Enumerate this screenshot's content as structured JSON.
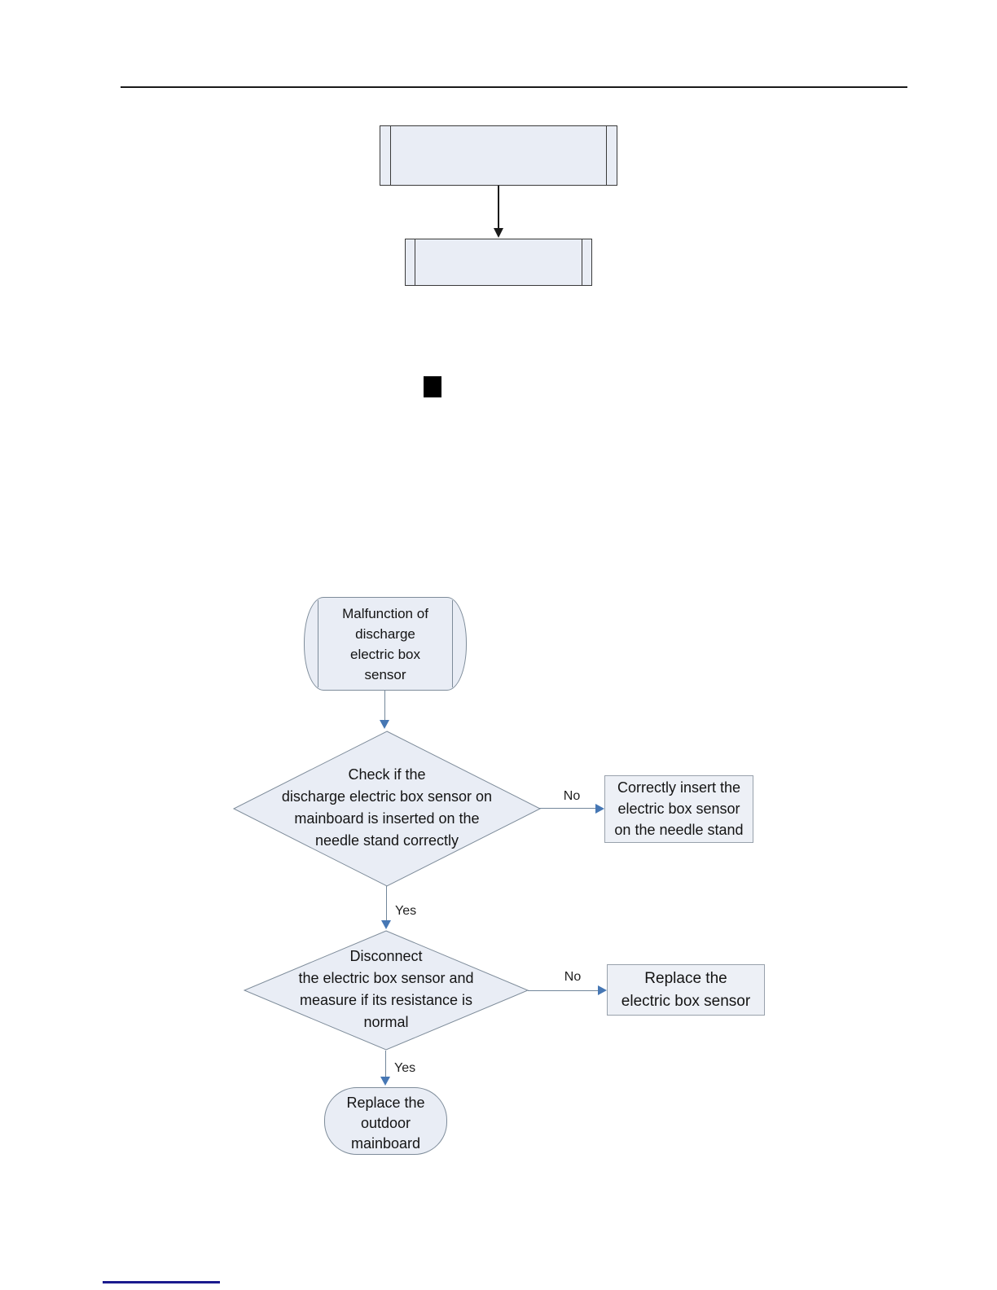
{
  "colors": {
    "shape-fill": "#e9edf5",
    "action-fill": "#edf0f6",
    "shape-border": "#7e8c9a",
    "action-border": "#98a1ac",
    "dark-border": "#3a3a3a",
    "connector": "#72869a",
    "arrow-blue": "#4677b4",
    "text": "#141414",
    "rule-black": "#1a1a1a",
    "rule-navy": "#1b1b8e"
  },
  "flowchart": {
    "start": {
      "lines": [
        "Malfunction of",
        "discharge",
        "electric box",
        "sensor"
      ]
    },
    "decision1": {
      "lines": [
        "Check if the",
        "discharge electric box sensor on",
        "mainboard is inserted on the",
        "needle stand correctly"
      ]
    },
    "no1": "No",
    "action1": {
      "lines": [
        "Correctly insert the",
        "electric box sensor",
        "on the needle stand"
      ]
    },
    "yes1": "Yes",
    "decision2": {
      "lines": [
        "Disconnect",
        "the electric box sensor and",
        "measure if its resistance is",
        "normal"
      ]
    },
    "no2": "No",
    "action2": {
      "lines": [
        "Replace the",
        "electric box sensor"
      ]
    },
    "yes2": "Yes",
    "end": {
      "lines": [
        "Replace the",
        "outdoor",
        "mainboard"
      ]
    }
  }
}
